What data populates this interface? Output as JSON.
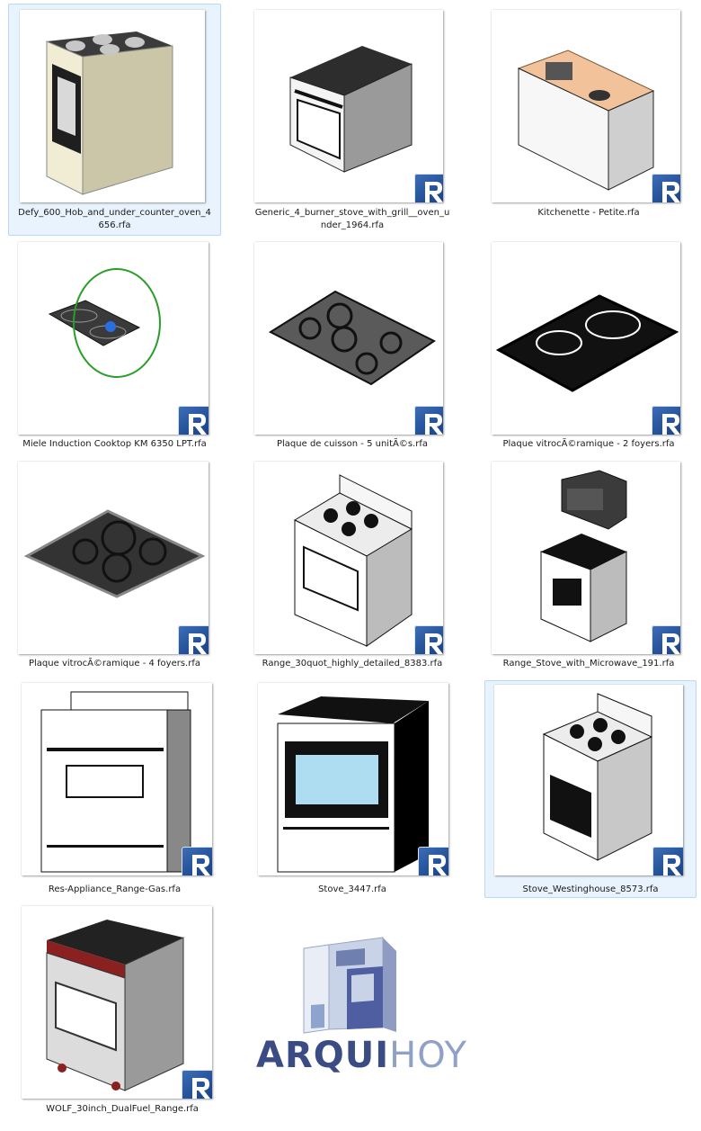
{
  "files": [
    {
      "id": "defy",
      "name": "Defy_600_Hob_and_under_counter_oven_4656.rfa",
      "selected": true,
      "caption_lines": [
        "Defy_600_Hob_and_under_counter_oven_4",
        "656.rfa"
      ]
    },
    {
      "id": "generic",
      "name": "Generic_4_burner_stove_with_grill__oven_under_1964.rfa",
      "selected": false,
      "caption_lines": [
        "Generic_4_burner_stove_with_grill__oven_u",
        "nder_1964.rfa"
      ]
    },
    {
      "id": "kitchenette",
      "name": "Kitchenette - Petite.rfa",
      "selected": false,
      "caption_lines": [
        "Kitchenette - Petite.rfa"
      ]
    },
    {
      "id": "miele",
      "name": "Miele Induction Cooktop KM 6350 LPT.rfa",
      "selected": false,
      "caption_lines": [
        "Miele Induction Cooktop KM 6350 LPT.rfa"
      ]
    },
    {
      "id": "plaque5",
      "name": "Plaque de cuisson - 5 unitÃ©s.rfa",
      "selected": false,
      "caption_lines": [
        "Plaque de cuisson - 5 unitÃ©s.rfa"
      ]
    },
    {
      "id": "plaque2",
      "name": "Plaque vitrocÃ©ramique - 2 foyers.rfa",
      "selected": false,
      "caption_lines": [
        "Plaque vitrocÃ©ramique - 2 foyers.rfa"
      ]
    },
    {
      "id": "plaque4",
      "name": "Plaque vitrocÃ©ramique - 4 foyers.rfa",
      "selected": false,
      "caption_lines": [
        "Plaque vitrocÃ©ramique - 4 foyers.rfa"
      ]
    },
    {
      "id": "range30",
      "name": "Range_30quot_highly_detailed_8383.rfa",
      "selected": false,
      "caption_lines": [
        "Range_30quot_highly_detailed_8383.rfa"
      ]
    },
    {
      "id": "rangemw",
      "name": "Range_Stove_with_Microwave_191.rfa",
      "selected": false,
      "caption_lines": [
        "Range_Stove_with_Microwave_191.rfa"
      ]
    },
    {
      "id": "resgas",
      "name": "Res-Appliance_Range-Gas.rfa",
      "selected": false,
      "caption_lines": [
        "Res-Appliance_Range-Gas.rfa"
      ]
    },
    {
      "id": "stove3447",
      "name": "Stove_3447.rfa",
      "selected": false,
      "caption_lines": [
        "Stove_3447.rfa"
      ]
    },
    {
      "id": "westinghouse",
      "name": "Stove_Westinghouse_8573.rfa",
      "selected": true,
      "caption_lines": [
        "Stove_Westinghouse_8573.rfa"
      ]
    },
    {
      "id": "wolf",
      "name": "WOLF_30inch_DualFuel_Range.rfa",
      "selected": false,
      "caption_lines": [
        "WOLF_30inch_DualFuel_Range.rfa"
      ]
    }
  ],
  "watermark": {
    "text_bold": "ARQUI",
    "text_light": "HOY"
  },
  "icons": {
    "file_badge": "revit-file-icon"
  },
  "colors": {
    "selection_bg": "#e9f3fd",
    "selection_border": "#b9d8f5",
    "revit_blue": "#2a5ba6"
  }
}
